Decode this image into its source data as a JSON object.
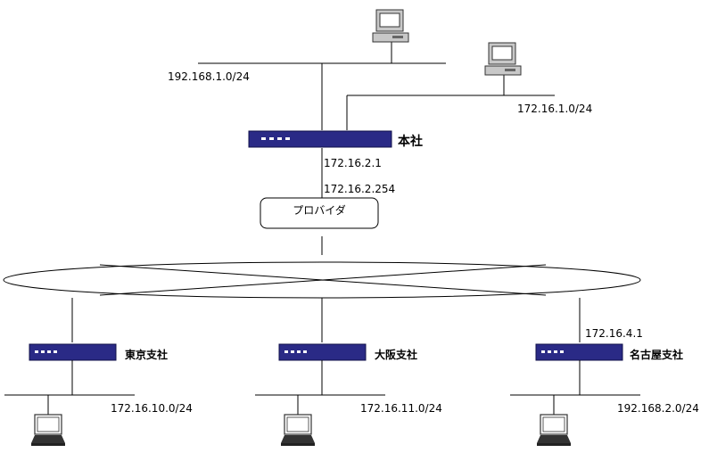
{
  "hq": {
    "name": "本社",
    "lan1": "192.168.1.0/24",
    "lan2": "172.16.1.0/24",
    "wan_ip": "172.16.2.1",
    "provider_ip": "172.16.2.254"
  },
  "provider": {
    "label": "プロバイダ"
  },
  "branches": [
    {
      "name": "東京支社",
      "lan": "172.16.10.0/24"
    },
    {
      "name": "大阪支社",
      "lan": "172.16.11.0/24"
    },
    {
      "name": "名古屋支社",
      "lan": "192.168.2.0/24",
      "wan_ip": "172.16.4.1"
    }
  ],
  "colors": {
    "router": "#2a2a86",
    "router_edge": "#10104a",
    "pc": "#c8c8c8"
  }
}
